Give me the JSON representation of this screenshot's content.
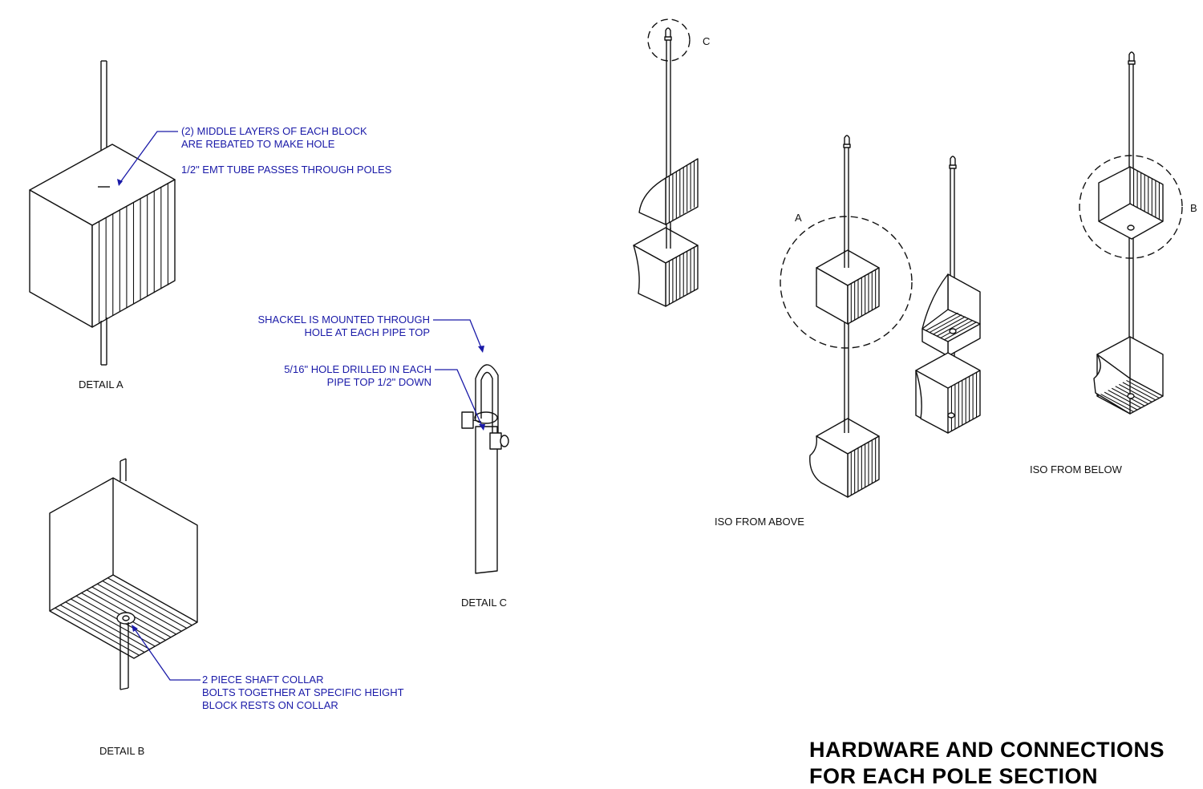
{
  "details": {
    "detail_a": "DETAIL  A",
    "detail_b": "DETAIL  B",
    "detail_c": "DETAIL  C"
  },
  "notes": {
    "a_line1": "(2) MIDDLE LAYERS OF EACH BLOCK",
    "a_line2": "ARE REBATED TO MAKE HOLE",
    "a_line3": "1/2\" EMT TUBE PASSES THROUGH POLES",
    "c_line1": "SHACKEL IS MOUNTED THROUGH",
    "c_line2": "HOLE AT EACH PIPE TOP",
    "c_line3": "5/16\" HOLE DRILLED IN EACH",
    "c_line4": "PIPE TOP 1/2\" DOWN",
    "b_line1": "2 PIECE SHAFT COLLAR",
    "b_line2": "BOLTS TOGETHER AT SPECIFIC HEIGHT",
    "b_line3": "BLOCK RESTS ON COLLAR"
  },
  "callouts": {
    "a": "A",
    "b": "B",
    "c": "C"
  },
  "views": {
    "iso_above": "ISO FROM ABOVE",
    "iso_below": "ISO FROM BELOW"
  },
  "title": {
    "line1": "HARDWARE AND CONNECTIONS",
    "line2": "FOR EACH POLE SECTION"
  }
}
